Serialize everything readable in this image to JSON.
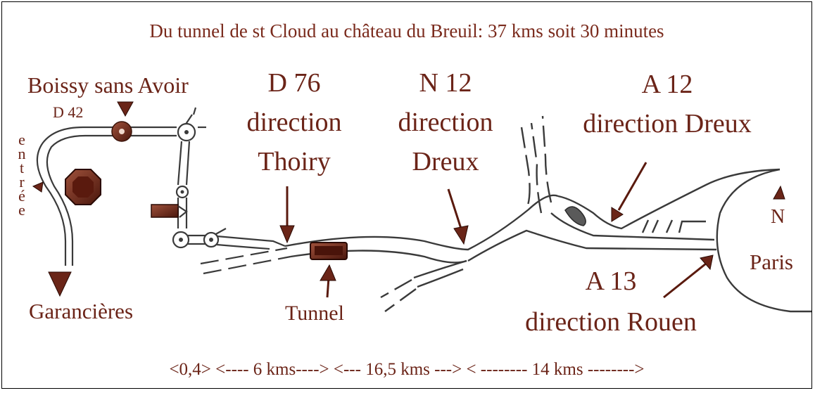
{
  "title": "Du tunnel de st Cloud au château du Breuil: 37 kms soit 30 minutes",
  "labels": {
    "boissy": "Boissy sans Avoir",
    "d42": "D 42",
    "entree": [
      "e",
      "n",
      "t",
      "r",
      "é",
      "e"
    ],
    "garancieres": "Garancières",
    "d76": [
      "D 76",
      "direction",
      "Thoiry"
    ],
    "n12": [
      "N 12",
      "direction",
      "Dreux"
    ],
    "a12": [
      "A 12",
      "direction Dreux"
    ],
    "a13": [
      "A 13",
      "direction Rouen"
    ],
    "tunnel": "Tunnel",
    "north": "N",
    "paris": "Paris"
  },
  "scale": "<0,4> <---- 6 kms----> <--- 16,5 kms ---> < -------- 14 kms -------->",
  "colors": {
    "text": "#6b2418",
    "road": "#3a3a3a",
    "marker": "#6a2518"
  }
}
